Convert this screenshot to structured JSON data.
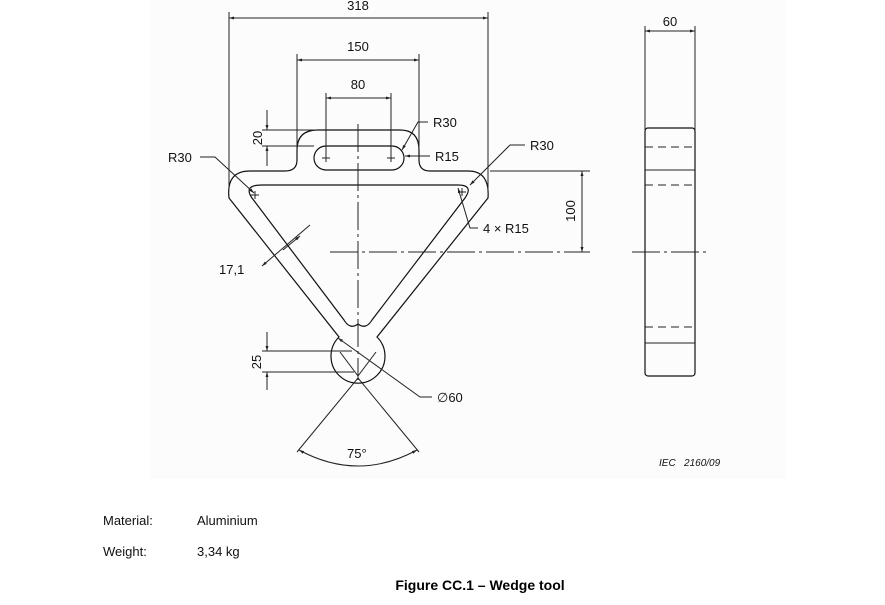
{
  "figure": {
    "dimensions": {
      "overall_width": "318",
      "handle_width": "150",
      "slot_centers": "80",
      "handle_height": "20",
      "r30_left": "R30",
      "r30_handle": "R30",
      "r15_slot": "R15",
      "r30_right": "R30",
      "inner_radii": "4 × R15",
      "height_100": "100",
      "wall_thickness": "17,1",
      "dim_25": "25",
      "diameter": "∅60",
      "angle": "75°",
      "side_thickness": "60"
    },
    "reference": "IEC   2160/09"
  },
  "specs": {
    "material_label": "Material:",
    "material_value": "Aluminium",
    "weight_label": "Weight:",
    "weight_value": "3,34 kg"
  },
  "caption": "Figure CC.1 – Wedge tool"
}
